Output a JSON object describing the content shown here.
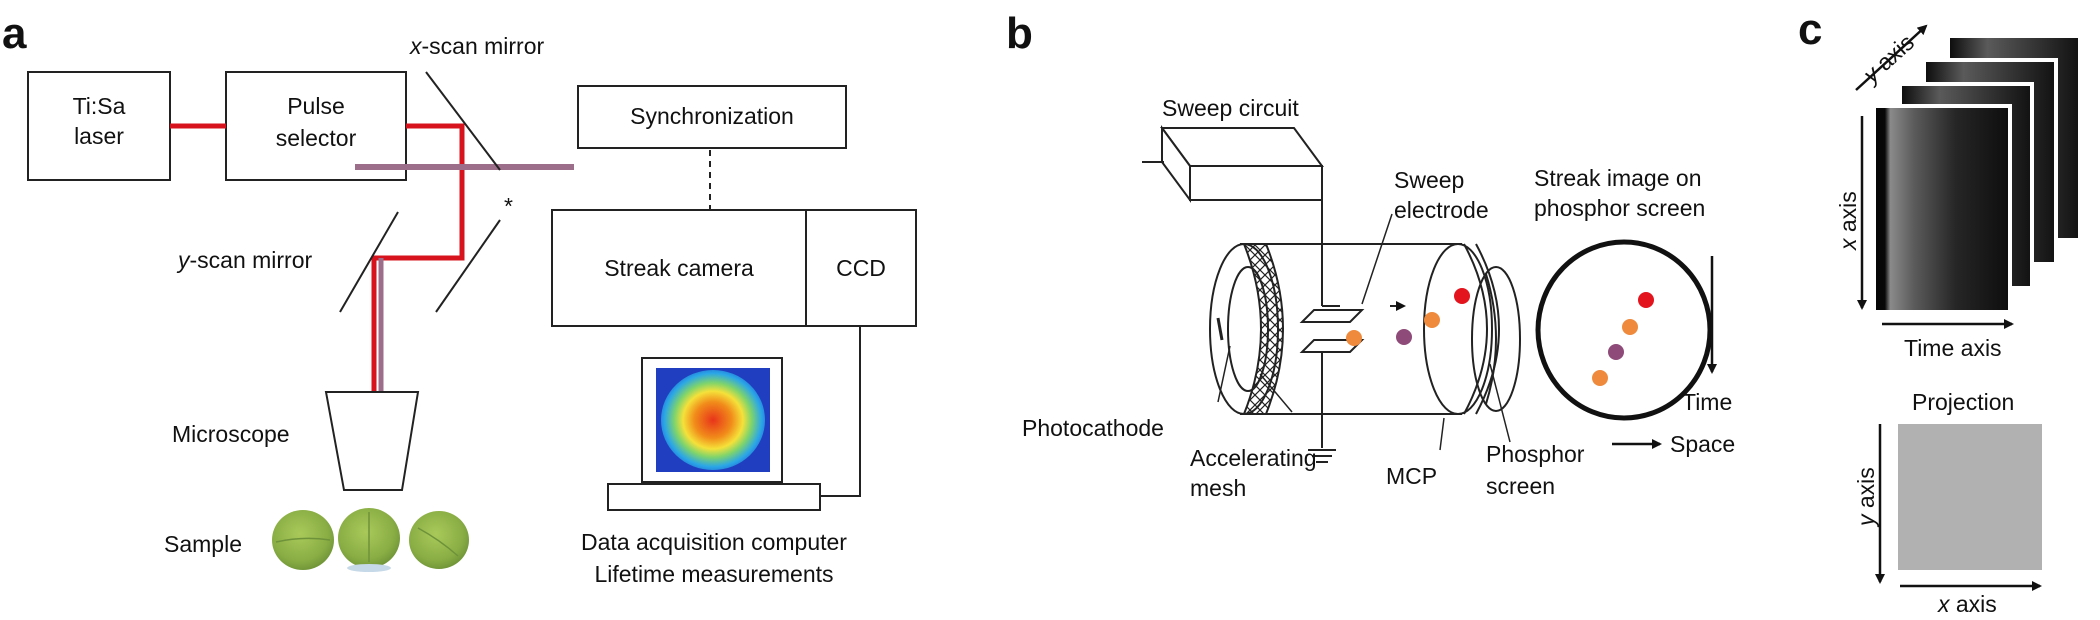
{
  "panels": {
    "a": {
      "letter": "a",
      "laser": [
        "Ti:Sa",
        "laser"
      ],
      "pulse_selector": [
        "Pulse",
        "selector"
      ],
      "x_scan_italic": "x",
      "x_scan_rest": "-scan mirror",
      "y_scan_italic": "y",
      "y_scan_rest": "-scan mirror",
      "asterisk": "*",
      "synchronization": "Synchronization",
      "streak_camera": "Streak camera",
      "ccd": "CCD",
      "microscope": "Microscope",
      "sample": "Sample",
      "computer_caption": [
        "Data acquisition computer",
        "Lifetime measurements"
      ]
    },
    "b": {
      "letter": "b",
      "sweep_circuit": "Sweep circuit",
      "sweep_electrode": [
        "Sweep",
        "electrode"
      ],
      "streak_image": [
        "Streak image on",
        "phosphor screen"
      ],
      "photocathode": "Photocathode",
      "accelerating_mesh": [
        "Accelerating",
        "mesh"
      ],
      "mcp": "MCP",
      "phosphor_screen": [
        "Phosphor",
        "screen"
      ],
      "time": "Time",
      "space": "Space"
    },
    "c": {
      "letter": "c",
      "y_axis_italic": "y",
      "axis_rest": " axis",
      "x_axis_italic": "x",
      "time_axis": "Time axis",
      "projection": "Projection"
    }
  },
  "colors": {
    "laser_beam": "#d7141e",
    "scan_beam": "#9c6e8a",
    "dot_red": "#e4141e",
    "dot_orange": "#ef8a3c",
    "dot_purple": "#8e4a78",
    "sample_leaf": "#8fb44a"
  }
}
